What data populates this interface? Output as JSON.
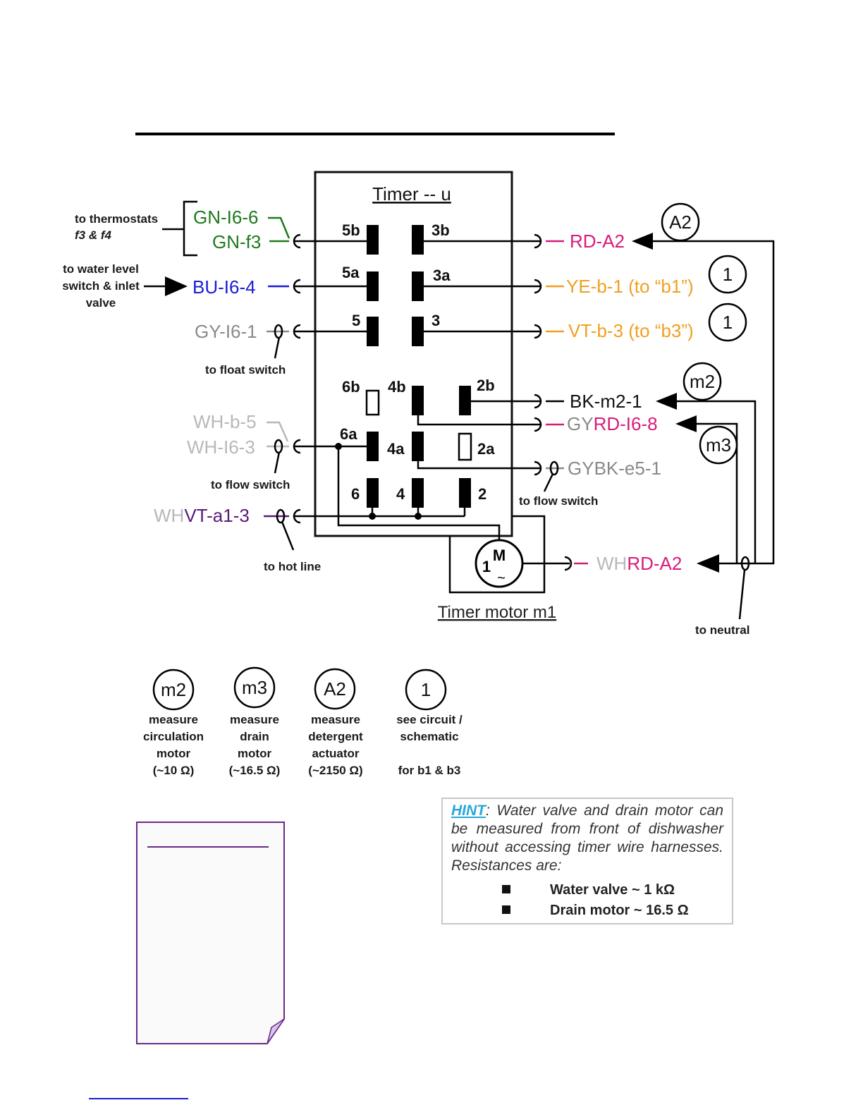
{
  "timer": {
    "title": "Timer -- u",
    "terminals": [
      "5b",
      "3b",
      "5a",
      "3a",
      "5",
      "3",
      "6b",
      "4b",
      "2b",
      "6a",
      "4a",
      "2a",
      "6",
      "4",
      "2"
    ]
  },
  "motor": {
    "label": "Timer motor m1",
    "symbol_M": "M",
    "symbol_1": "1",
    "symbol_ac": "~"
  },
  "left_labels": {
    "thermostats_note": [
      "to thermostats",
      "f3 & f4"
    ],
    "gn_i6_6": "GN-I6-6",
    "gn_f3": "GN-f3",
    "water_level_note": [
      "to water level",
      "switch & inlet",
      "valve"
    ],
    "bu_i6_4": "BU-I6-4",
    "gy_i6_1": "GY-I6-1",
    "float_switch_note": "to float switch",
    "wh_b_5": "WH-b-5",
    "wh_i6_3": "WH-I6-3",
    "flow_switch_note_left": "to flow switch",
    "whvt_wh": "WH",
    "whvt_vt": "VT-a1-3",
    "hot_line_note": "to hot line"
  },
  "right_labels": {
    "rd_a2": "RD-A2",
    "ye_b_1": "YE-b-1 (to “b1”)",
    "vt_b_3": "VT-b-3 (to “b3”)",
    "bk_m2_1": "BK-m2-1",
    "gyrd_gy": "GY",
    "gyrd_rd": "RD-I6-8",
    "gybk_gy": "GY",
    "gybk_bk": "BK-e5-1",
    "flow_switch_note_right": "to flow switch",
    "whrd_wh": "WH",
    "whrd_rd": "RD-A2",
    "neutral_note": "to neutral"
  },
  "callouts": {
    "a2": "A2",
    "one_a": "1",
    "one_b": "1",
    "m2": "m2",
    "m3": "m3"
  },
  "legend": [
    {
      "symbol": "m2",
      "lines": [
        "measure",
        "circulation",
        "motor",
        "(~10 Ω)"
      ]
    },
    {
      "symbol": "m3",
      "lines": [
        "measure",
        "drain",
        "motor",
        "(~16.5 Ω)"
      ]
    },
    {
      "symbol": "A2",
      "lines": [
        "measure",
        "detergent",
        "actuator",
        "(~2150 Ω)"
      ]
    },
    {
      "symbol": "1",
      "lines": [
        "see circuit /",
        "schematic",
        "",
        "for b1 & b3"
      ]
    }
  ],
  "hint": {
    "label": "HINT",
    "text": ":   Water valve and drain motor can be measured from front of dishwasher without accessing timer wire harnesses. Resistances are:",
    "items": [
      "Water valve ~ 1 kΩ",
      "Drain motor ~ 16.5 Ω"
    ]
  },
  "colors": {
    "green": "#1e7a1e",
    "blue": "#1b1bd6",
    "gray": "#8a8a8a",
    "light_gray": "#b8b8b8",
    "pink": "#d81b7a",
    "orange": "#f0a020",
    "violet": "#5a1a78",
    "black": "#000000",
    "hint_blue": "#29a8d8",
    "note_border": "#6a2a8a"
  }
}
